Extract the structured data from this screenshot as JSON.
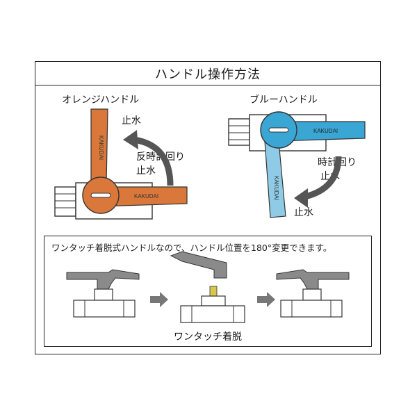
{
  "title": "ハンドル操作方法",
  "orange": {
    "heading": "オレンジハンドル",
    "label_stop_top": "止水",
    "label_ccw_line1": "反時計回り",
    "label_ccw_line2": "止水",
    "brand": "KAKUDAI",
    "color": "#d9783a"
  },
  "blue": {
    "heading": "ブルーハンドル",
    "label_cw_line1": "時計回り",
    "label_cw_line2": "止水",
    "label_stop_bottom": "止水",
    "brand": "KAKUDAI",
    "color": "#3aa6d3"
  },
  "detach": {
    "note": "ワンタッチ着脱式ハンドルなので、ハンドル位置を180°変更できます。",
    "caption": "ワンタッチ着脱"
  }
}
